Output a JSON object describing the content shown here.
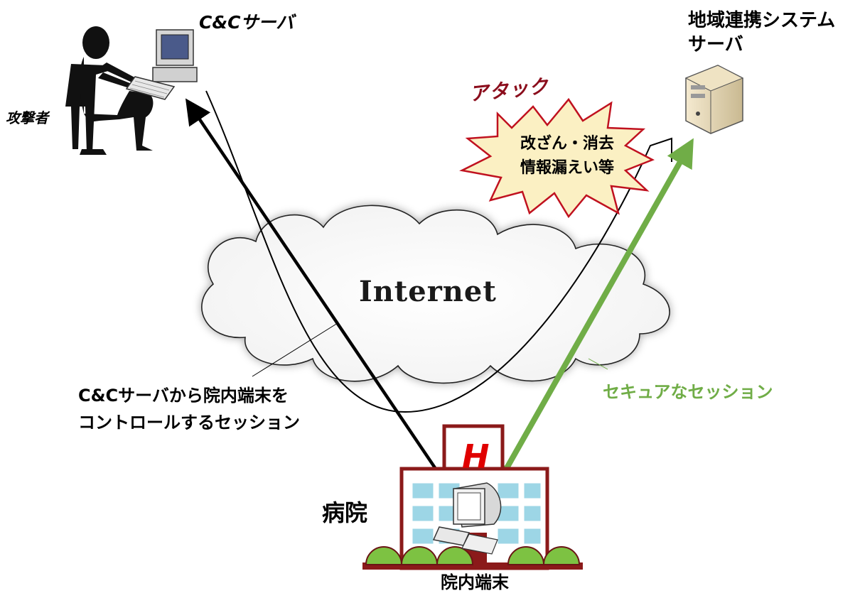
{
  "labels": {
    "cc_server": "C&Cサーバ",
    "attacker": "攻撃者",
    "regional_server_line1": "地域連携システム",
    "regional_server_line2": "サーバ",
    "attack_title": "アタック",
    "attack_desc_line1": "改ざん・消去",
    "attack_desc_line2": "情報漏えい等",
    "internet": "Internet",
    "cc_session_line1": "C&Cサーバから院内端末を",
    "cc_session_line2": "コントロールするセッション",
    "secure_session": "セキュアなセッション",
    "hospital": "病院",
    "hospital_sign": "H",
    "hospital_terminal": "院内端末"
  },
  "colors": {
    "secure_arrow": "#70ad47",
    "attack_burst_fill": "#fbf0c3",
    "attack_burst_stroke": "#c0111f",
    "attack_title": "#8b0d1c",
    "hospital_wall": "#8b1a1a",
    "hospital_window": "#9dd6e6",
    "hospital_sign": "#e00000",
    "bush": "#7dc242"
  },
  "icons": {
    "attacker": "person-at-computer-icon",
    "cc_server": "desktop-computer-icon",
    "regional_server": "server-tower-icon",
    "attack": "explosion-burst-icon",
    "internet": "cloud-icon",
    "hospital": "hospital-building-icon",
    "terminal": "monitor-terminal-icon"
  }
}
